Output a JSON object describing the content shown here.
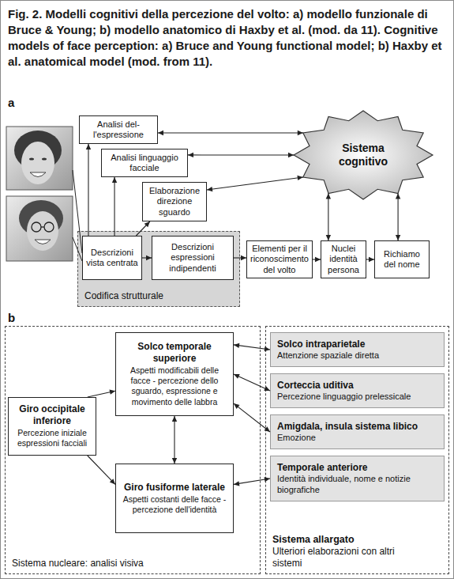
{
  "diagram": {
    "caption": "Fig. 2. Modelli cognitivi della percezione del volto: a) modello funzionale di Bruce & Young; b) modello anatomico di Haxby et al. (mod. da 11). Cognitive models of face perception: a) Bruce and Young functional model; b) Haxby et al. anatomical model (mod. from 11).",
    "nodes": [
      {
        "text": [
          "Analisi del- l'espressione"
        ]
      },
      {
        "text": [
          "Analisi linguaggio facciale"
        ]
      },
      {
        "text": [
          "Elaborazione direzione sguardo"
        ]
      },
      {
        "text": [
          "Sistema cognitivo"
        ]
      },
      {
        "text": [
          "Codifica strutturale"
        ]
      },
      {
        "text": [
          "Descrizioni vista centrata"
        ],
        "in": 4
      },
      {
        "text": [
          "Descrizioni espressioni indipendenti"
        ],
        "in": 4
      },
      {
        "text": [
          "Elementi per il riconoscimento del volto"
        ]
      },
      {
        "text": [
          "Nuclei identità persona"
        ]
      },
      {
        "text": [
          "Richiamo del nome"
        ]
      },
      {
        "text": [
          "Sistema nucleare: analisi visiva"
        ]
      },
      {
        "text": [
          "Giro occipitale inferiore",
          "Percezione iniziale espressioni facciali"
        ],
        "in": 10
      },
      {
        "text": [
          "Solco temporale superiore",
          "Aspetti modificabili delle facce - percezione dello sguardo, espressione e movimento delle labbra"
        ],
        "in": 10
      },
      {
        "text": [
          "Giro fusiforme laterale",
          "Aspetti costanti delle facce - percezione dell'identità"
        ],
        "in": 10
      },
      {
        "text": [
          "Sistema allargato",
          "Ulteriori elaborazioni con altri sistemi"
        ]
      },
      {
        "text": [
          "Solco intraparietale",
          "Attenzione spaziale diretta"
        ],
        "in": 14
      },
      {
        "text": [
          "Corteccia uditiva",
          "Percezione linguaggio prelessicale"
        ],
        "in": 14
      },
      {
        "text": [
          "Amigdala, insula sistema libico",
          "Emozione"
        ],
        "in": 14
      },
      {
        "text": [
          "Temporale anteriore",
          "Identità individuale, nome e notizie biografiche"
        ],
        "in": 14
      }
    ],
    "edges": [
      {
        "from": 5,
        "to": 0,
        "arrow": "to"
      },
      {
        "from": 5,
        "to": 1,
        "arrow": "to"
      },
      {
        "from": 5,
        "to": 2,
        "arrow": "to"
      },
      {
        "from": 5,
        "to": 6,
        "arrow": "to"
      },
      {
        "from": 6,
        "to": 7,
        "arrow": "to"
      },
      {
        "from": 7,
        "to": 8,
        "arrow": "to"
      },
      {
        "from": 8,
        "to": 9,
        "arrow": "to"
      },
      {
        "from": 0,
        "to": 3,
        "arrow": "both"
      },
      {
        "from": 1,
        "to": 3,
        "arrow": "both"
      },
      {
        "from": 2,
        "to": 3,
        "arrow": "both"
      },
      {
        "from": 8,
        "to": 3,
        "arrow": "both"
      },
      {
        "from": 9,
        "to": 3,
        "arrow": "both"
      },
      {
        "from": 11,
        "to": 12,
        "arrow": "to"
      },
      {
        "from": 11,
        "to": 13,
        "arrow": "to"
      },
      {
        "from": 12,
        "to": 13,
        "arrow": "both"
      },
      {
        "from": 12,
        "to": 15,
        "arrow": "both"
      },
      {
        "from": 12,
        "to": 16,
        "arrow": "both"
      },
      {
        "from": 12,
        "to": 17,
        "arrow": "both"
      },
      {
        "from": 13,
        "to": 18,
        "arrow": "both"
      }
    ],
    "labels": [
      "a",
      "b"
    ]
  }
}
